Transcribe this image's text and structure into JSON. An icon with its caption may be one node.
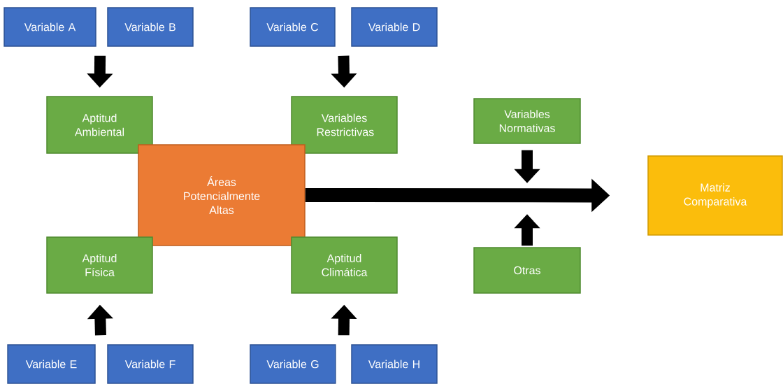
{
  "diagram": {
    "nodes": [
      {
        "text": [
          "Variable A"
        ]
      },
      {
        "text": [
          "Variable B"
        ]
      },
      {
        "text": [
          "Variable C"
        ]
      },
      {
        "text": [
          "Variable D"
        ]
      },
      {
        "text": [
          "Aptitud Ambiental"
        ]
      },
      {
        "text": [
          "Variables Restrictivas"
        ]
      },
      {
        "text": [
          "Áreas Potencialmente Altas"
        ]
      },
      {
        "text": [
          "Aptitud Física"
        ]
      },
      {
        "text": [
          "Aptitud Climática"
        ]
      },
      {
        "text": [
          "Variable E"
        ]
      },
      {
        "text": [
          "Variable F"
        ]
      },
      {
        "text": [
          "Variable G"
        ]
      },
      {
        "text": [
          "Variable H"
        ]
      },
      {
        "text": [
          "Variables Normativas"
        ]
      },
      {
        "text": [
          "Otras"
        ]
      },
      {
        "text": [
          "Matriz Comparativa"
        ]
      }
    ],
    "edges": [
      {
        "from": 0,
        "to": 4,
        "arrow": "to"
      },
      {
        "from": 1,
        "to": 4,
        "arrow": "to"
      },
      {
        "from": 2,
        "to": 5,
        "arrow": "to"
      },
      {
        "from": 3,
        "to": 5,
        "arrow": "to"
      },
      {
        "from": 9,
        "to": 7,
        "arrow": "to"
      },
      {
        "from": 10,
        "to": 7,
        "arrow": "to"
      },
      {
        "from": 11,
        "to": 8,
        "arrow": "to"
      },
      {
        "from": 12,
        "to": 8,
        "arrow": "to"
      },
      {
        "from": 6,
        "to": 15,
        "arrow": "to"
      },
      {
        "from": 13,
        "to": null,
        "arrow": "to"
      },
      {
        "from": 14,
        "to": null,
        "arrow": "to"
      }
    ]
  }
}
